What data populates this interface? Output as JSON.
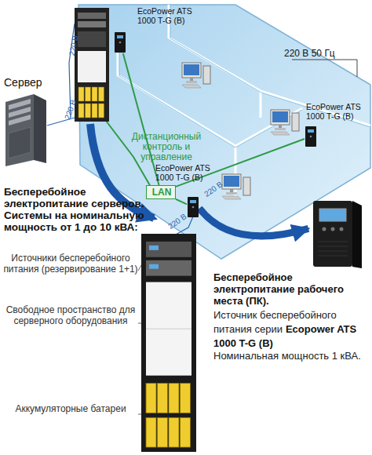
{
  "diagram": {
    "nodes": [
      {
        "text": [
          "EcoPower ATS 1000 T-G (B)"
        ]
      },
      {
        "text": [
          "Сервер"
        ]
      },
      {
        "text": [
          "EcoPower ATS 1000 T-G (B)"
        ]
      },
      {
        "text": [
          "LAN"
        ]
      },
      {
        "text": [
          "EcoPower ATS 1000 T-G (B)"
        ]
      },
      {
        "text": [
          "Бесперебойное электропитание серверов. Системы на номинальную мощность от 1 до 10 кВА:"
        ]
      },
      {
        "text": [
          "Бесперебойное электропитание рабочего места (ПК).",
          "Источник бесперебойного питания серии",
          "Ecopower ATS 1000 T-G (B)",
          "Номинальная мощность 1 кВА."
        ]
      }
    ],
    "edges": [
      {
        "from": 3,
        "to": 0,
        "arrow": "none"
      },
      {
        "from": 3,
        "to": 2,
        "arrow": "none"
      },
      {
        "from": 3,
        "to": 4,
        "arrow": "none"
      },
      {
        "from": 4,
        "to": 6,
        "arrow": "to"
      }
    ],
    "labels": [
      "220 В 50 Гц",
      "220 В",
      "220 В",
      "220 В",
      "220 В",
      "Дистанционный контроль и управление",
      "Источники бесперебойного питания (резервирование 1+1)",
      "Свободное пространство для серверного оборудования",
      "Аккумуляторные батареи"
    ]
  }
}
